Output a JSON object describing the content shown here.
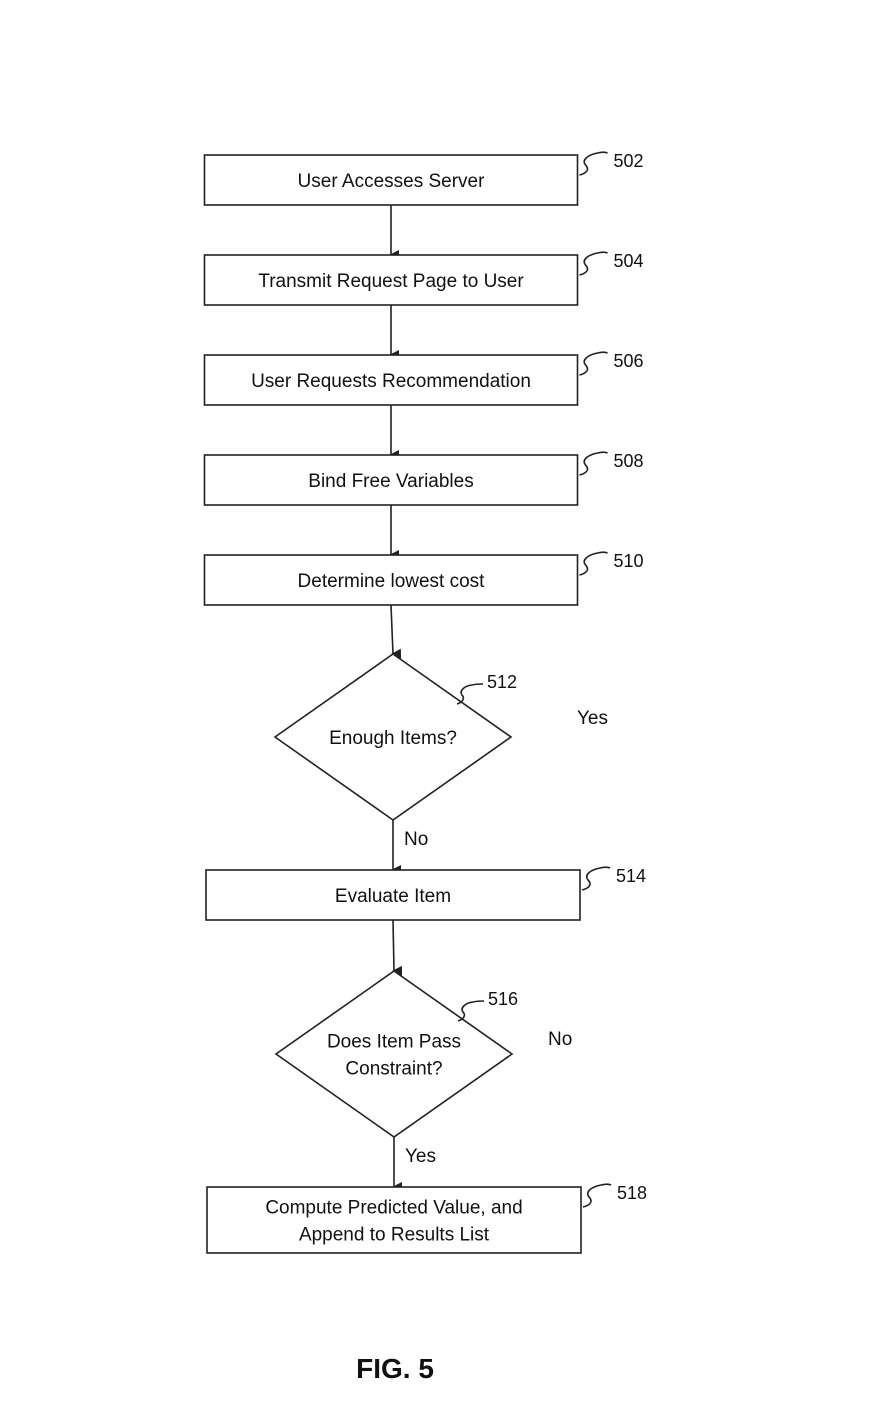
{
  "nodes": [
    {
      "id": "502",
      "shape": "rect",
      "lines": [
        "User Accesses Server"
      ],
      "ref": "502"
    },
    {
      "id": "504",
      "shape": "rect",
      "lines": [
        "Transmit Request Page to User"
      ],
      "ref": "504"
    },
    {
      "id": "506",
      "shape": "rect",
      "lines": [
        "User Requests Recommendation"
      ],
      "ref": "506"
    },
    {
      "id": "508",
      "shape": "rect",
      "lines": [
        "Bind Free Variables"
      ],
      "ref": "508"
    },
    {
      "id": "510",
      "shape": "rect",
      "lines": [
        "Determine lowest cost"
      ],
      "ref": "510"
    },
    {
      "id": "512",
      "shape": "diamond",
      "lines": [
        "Enough Items?"
      ],
      "ref": "512"
    },
    {
      "id": "514",
      "shape": "rect",
      "lines": [
        "Evaluate Item"
      ],
      "ref": "514"
    },
    {
      "id": "516",
      "shape": "diamond",
      "lines": [
        "Does Item Pass",
        "Constraint?"
      ],
      "ref": "516"
    },
    {
      "id": "518",
      "shape": "rect",
      "lines": [
        "Compute Predicted Value, and",
        "Append to Results List"
      ],
      "ref": "518"
    }
  ],
  "edges": [
    {
      "from": "502",
      "to": "504",
      "label": ""
    },
    {
      "from": "504",
      "to": "506",
      "label": ""
    },
    {
      "from": "506",
      "to": "508",
      "label": ""
    },
    {
      "from": "508",
      "to": "510",
      "label": ""
    },
    {
      "from": "510",
      "to": "512",
      "label": ""
    },
    {
      "from": "512",
      "to": "514",
      "label": "No"
    },
    {
      "from": "514",
      "to": "516",
      "label": ""
    },
    {
      "from": "516",
      "to": "518",
      "label": "Yes"
    }
  ],
  "side_labels": [
    {
      "near": "512",
      "text": "Yes"
    },
    {
      "near": "516",
      "text": "No"
    }
  ],
  "figure_label": "FIG. 5"
}
